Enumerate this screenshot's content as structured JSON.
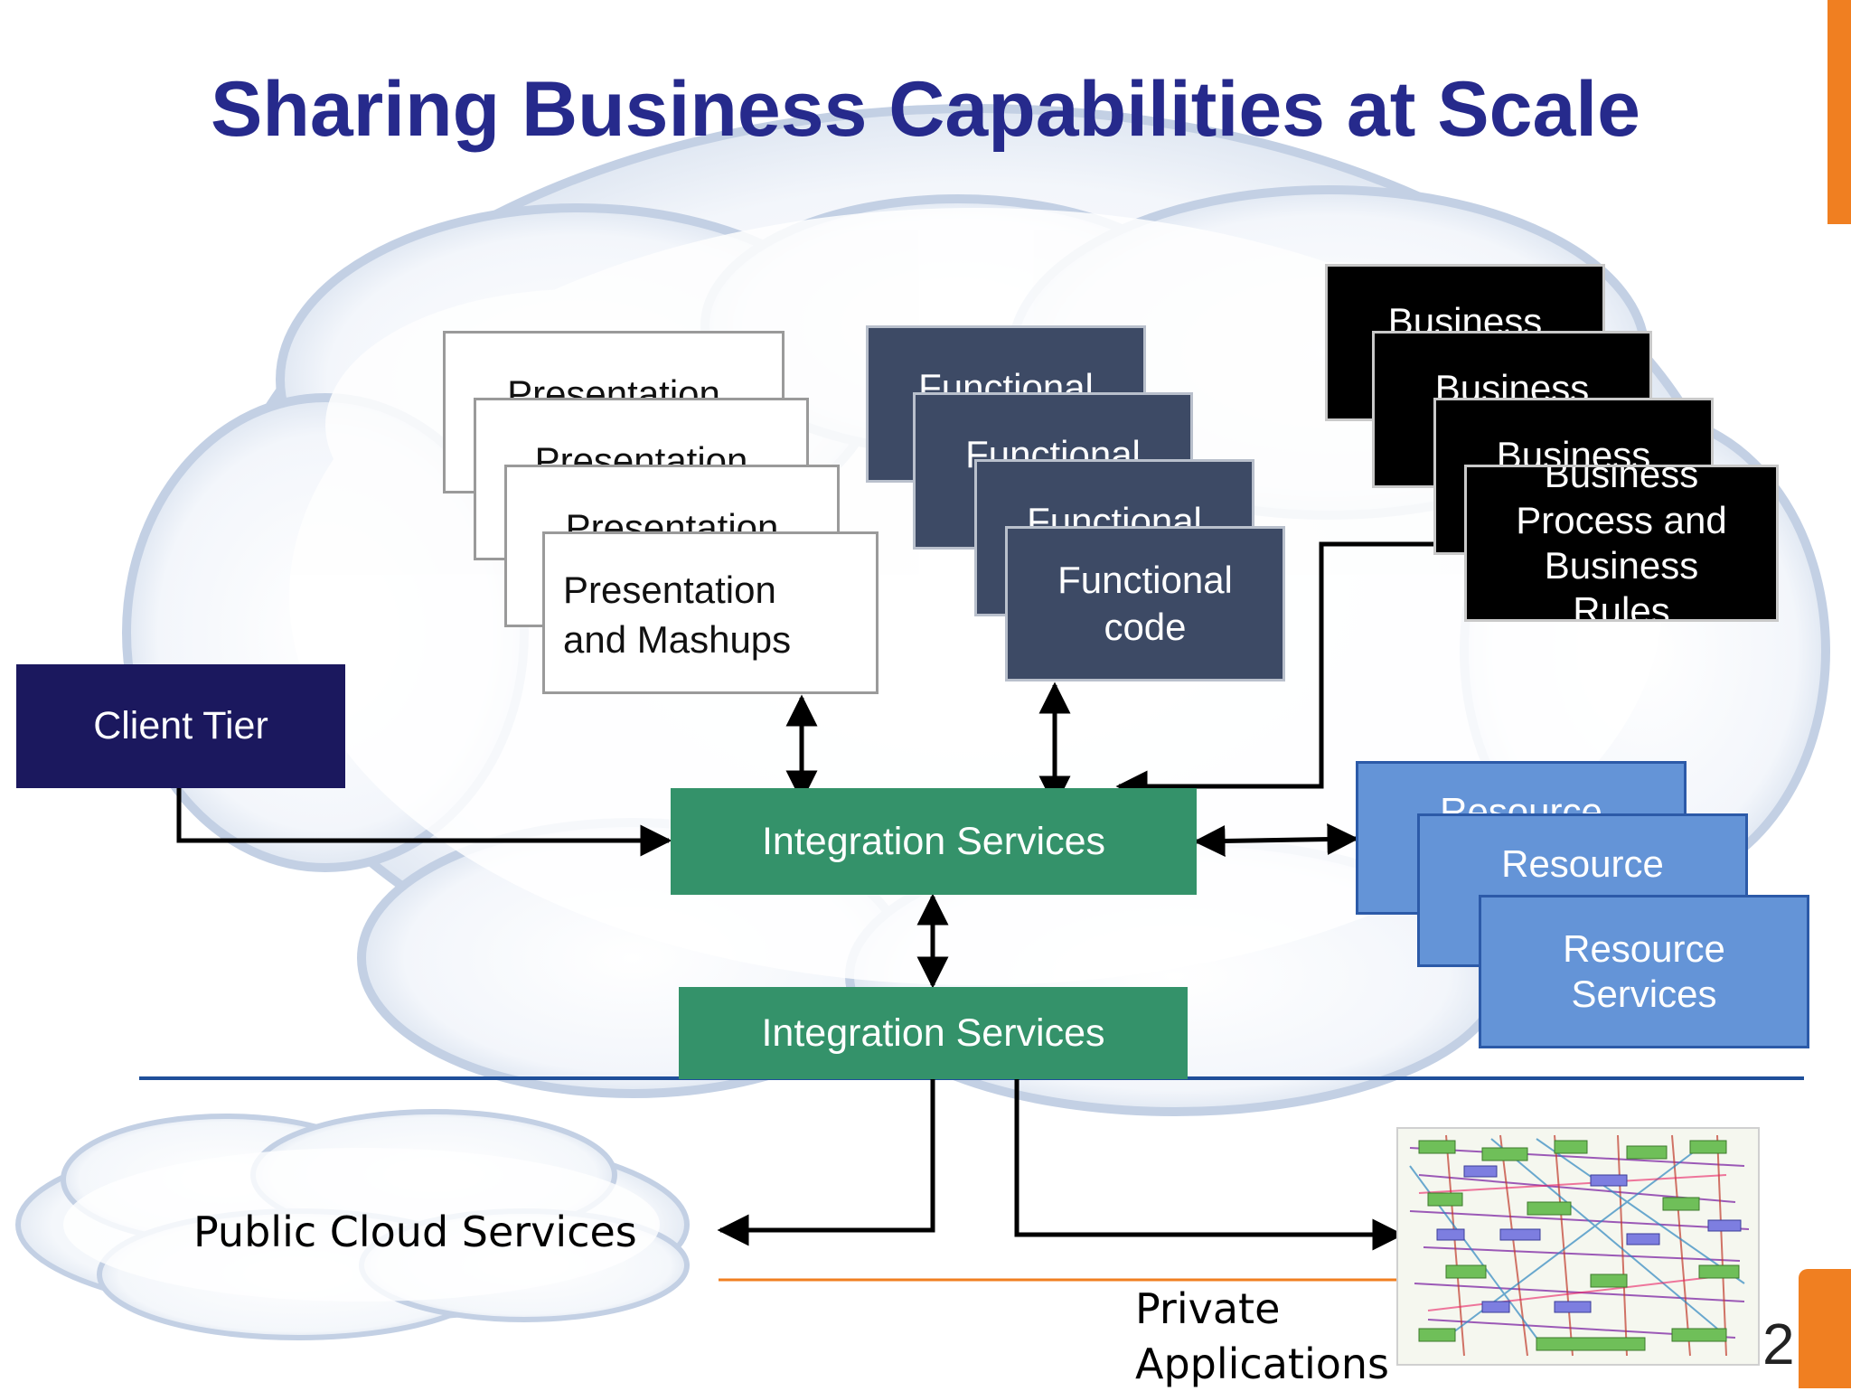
{
  "title": "Sharing Business Capabilities at Scale",
  "presentation": {
    "back_label": "Presentation",
    "front_label": "Presentation\nand Mashups"
  },
  "functional": {
    "back_label": "Functional",
    "front_label": "Functional\ncode"
  },
  "business": {
    "back_label": "Business",
    "front_label": "Business\nProcess and\nBusiness\nRules"
  },
  "resource": {
    "back_label": "Resource",
    "front_label": "Resource\nServices"
  },
  "client_tier": "Client Tier",
  "integration_top": "Integration Services",
  "integration_bottom": "Integration Services",
  "public_cloud": "Public Cloud Services",
  "private_apps": "Private\nApplications",
  "logo_fragment": "2",
  "colors": {
    "title": "#262a8c",
    "client_tier": "#1b185e",
    "integration": "#34926a",
    "functional": "#3d4a65",
    "business": "#000000",
    "resource": "#6494d7",
    "accent_orange": "#f07f21",
    "divider_blue": "#1f4f9a"
  }
}
